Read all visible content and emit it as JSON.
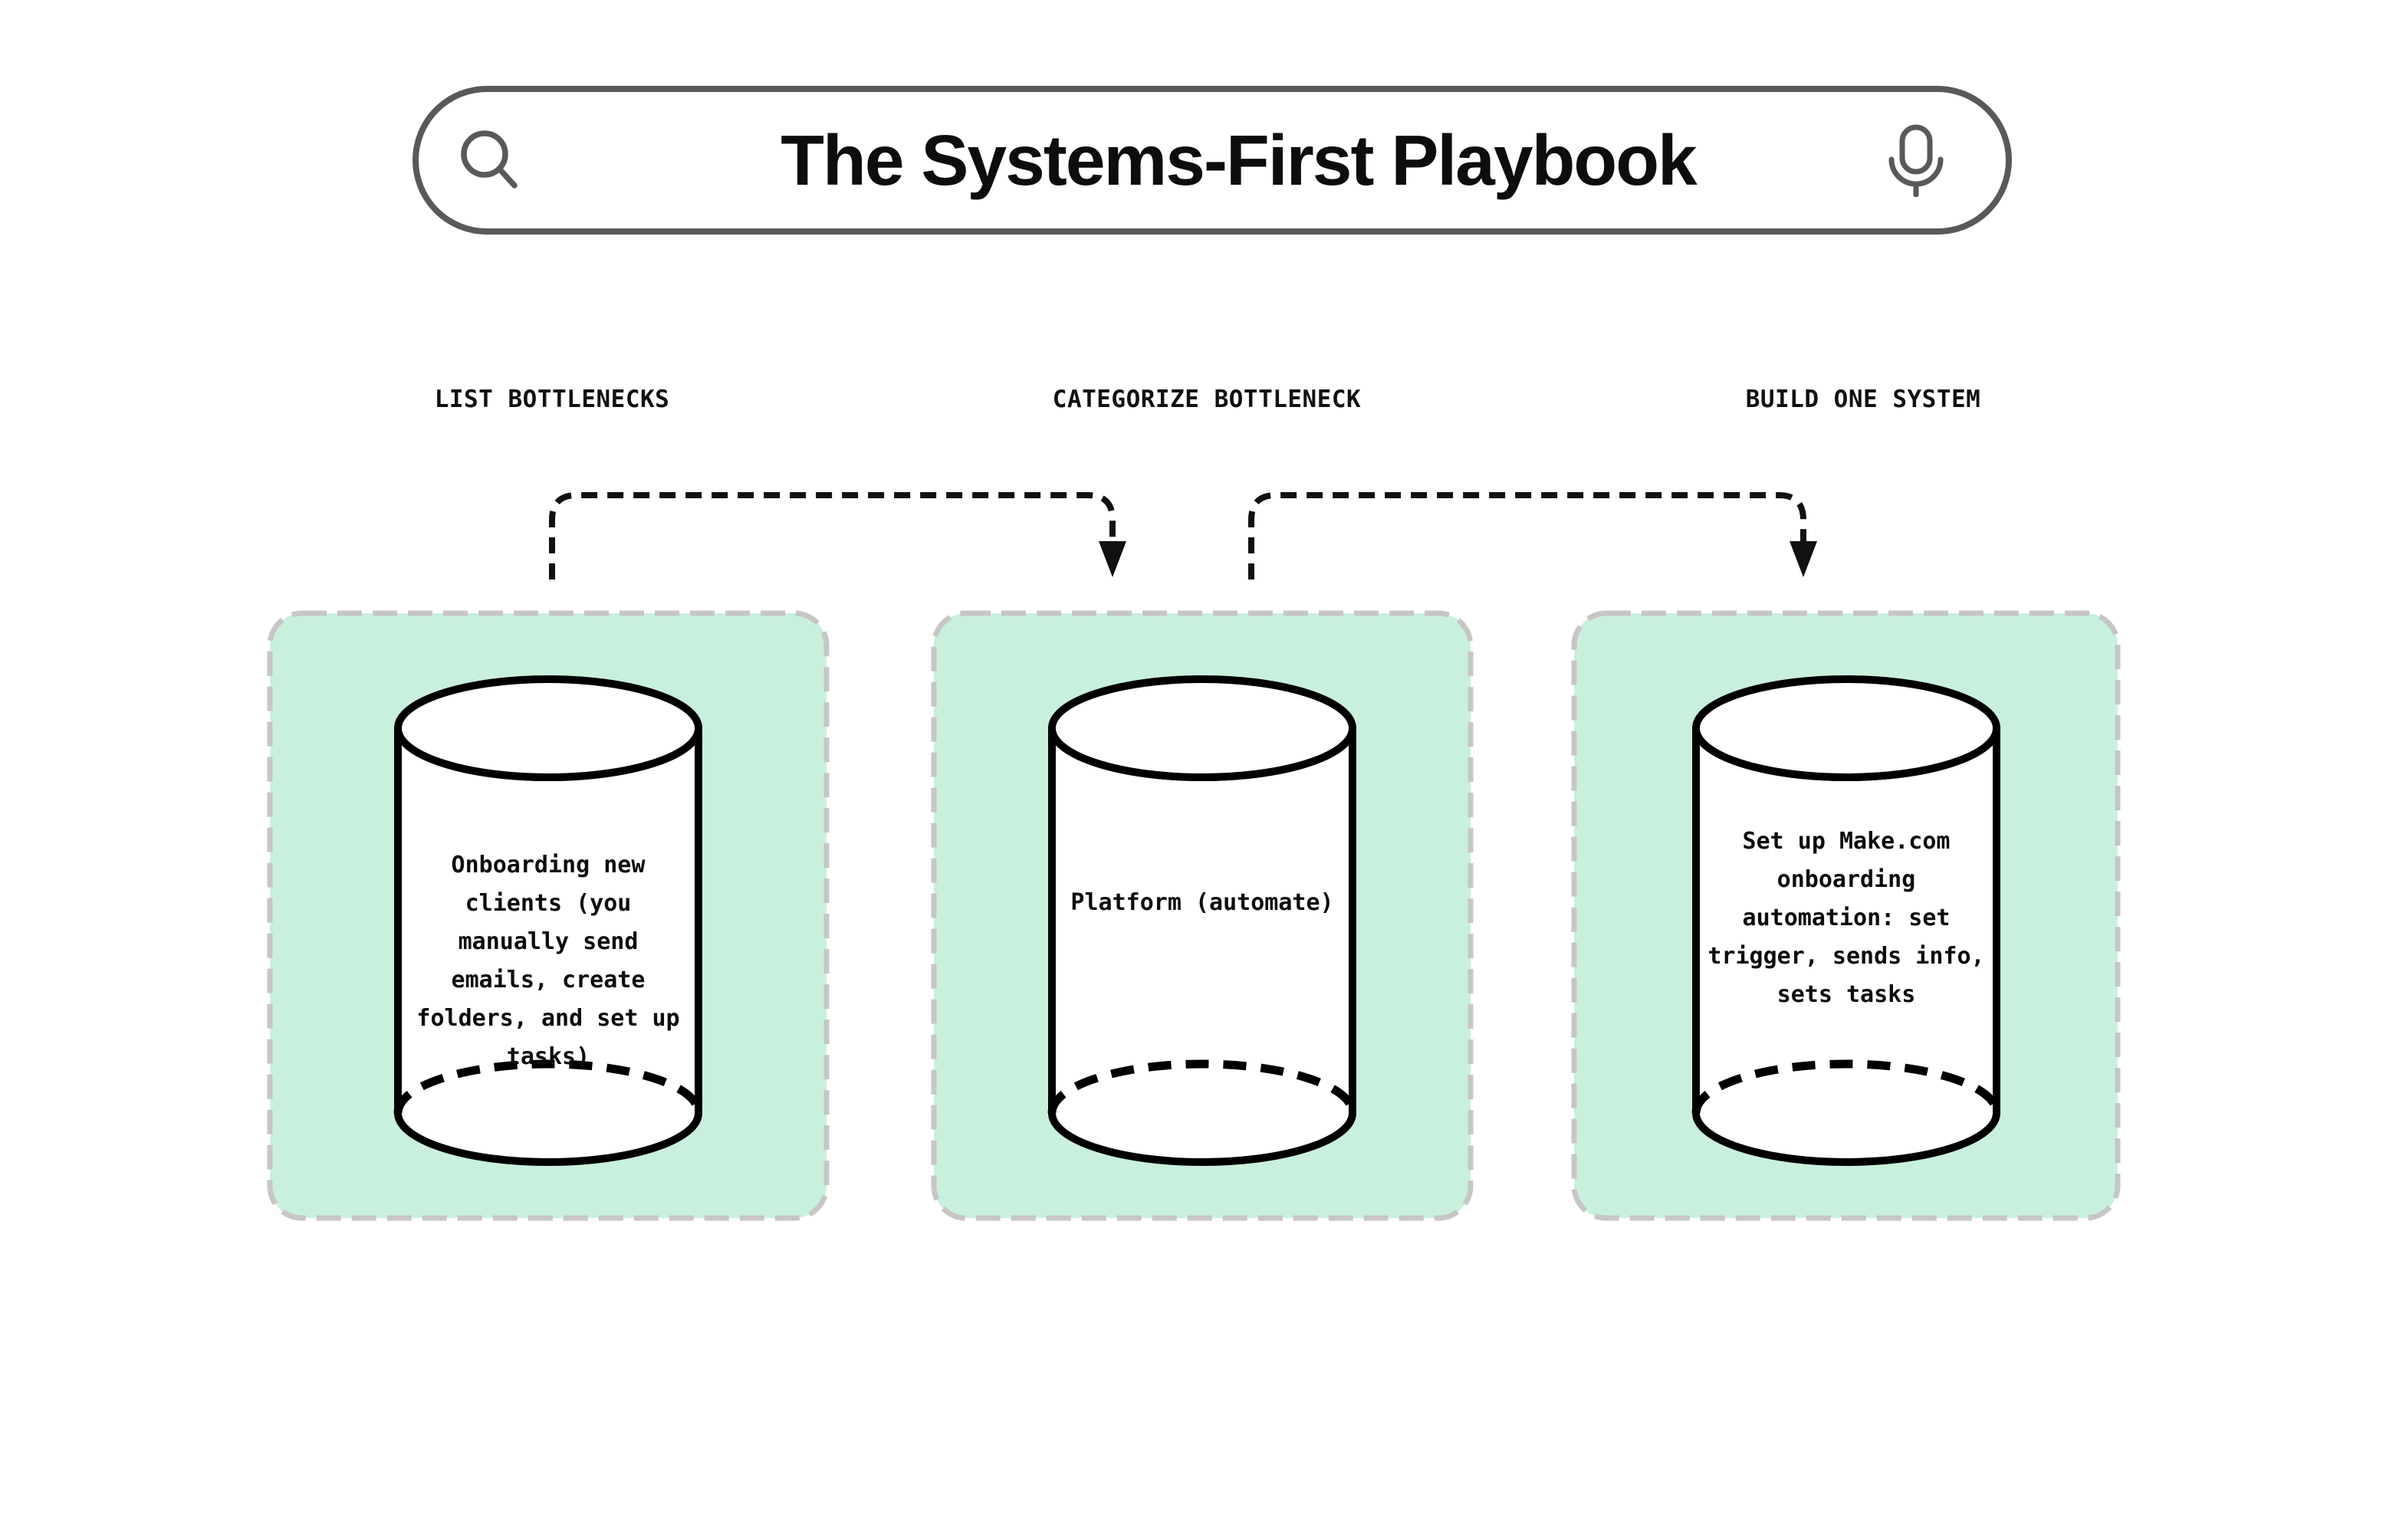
{
  "header": {
    "title": "The Systems-First Playbook",
    "left_icon": "search-magnifier",
    "right_icon": "microphone"
  },
  "columns": [
    {
      "label": "LIST BOTTLENECKS",
      "cylinder_text": "Onboarding new\nclients (you\nmanually send\nemails, create\nfolders, and set up\ntasks)"
    },
    {
      "label": "CATEGORIZE BOTTLENECK",
      "cylinder_text": "Platform (automate)"
    },
    {
      "label": "BUILD ONE SYSTEM",
      "cylinder_text": "Set up Make.com\nonboarding\nautomation: set\ntrigger, sends info,\nsets tasks"
    }
  ],
  "connectors": [
    {
      "from": "LIST BOTTLENECKS",
      "to": "CATEGORIZE BOTTLENECK",
      "style": "dashed-arrow"
    },
    {
      "from": "CATEGORIZE BOTTLENECK",
      "to": "BUILD ONE SYSTEM",
      "style": "dashed-arrow"
    }
  ],
  "colors": {
    "background": "#ffffff",
    "card_fill": "#c9f0dd",
    "card_border": "#c6c6c6",
    "pill_border": "#595959",
    "icon": "#595959",
    "line": "#111111",
    "text": "#0d0d0d"
  }
}
